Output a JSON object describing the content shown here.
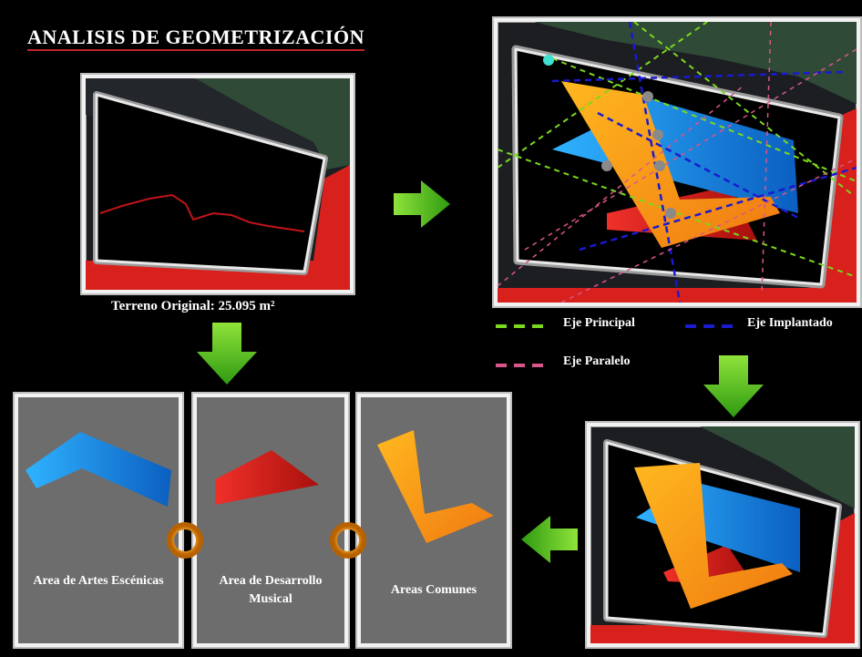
{
  "title": "ANALISIS DE GEOMETRIZACIÓN",
  "terrain_caption": "Terreno Original: 25.095 m²",
  "legend": {
    "principal": "Eje Principal",
    "implantado": "Eje Implantado",
    "paralelo": "Eje Paralelo",
    "colors": {
      "principal": "#7bd81e",
      "implantado": "#1a1acf",
      "paralelo": "#d8568a"
    }
  },
  "cards": [
    {
      "label": "Area de Artes Escénicas",
      "color": "#1e9be6"
    },
    {
      "label": "Area de Desarrollo Musical",
      "color": "#d42420"
    },
    {
      "label": "Areas Comunes",
      "color": "#f5a418"
    }
  ],
  "icons": [
    "arrow-right-icon",
    "arrow-down-icon",
    "arrow-left-icon",
    "ring-connector-icon"
  ]
}
